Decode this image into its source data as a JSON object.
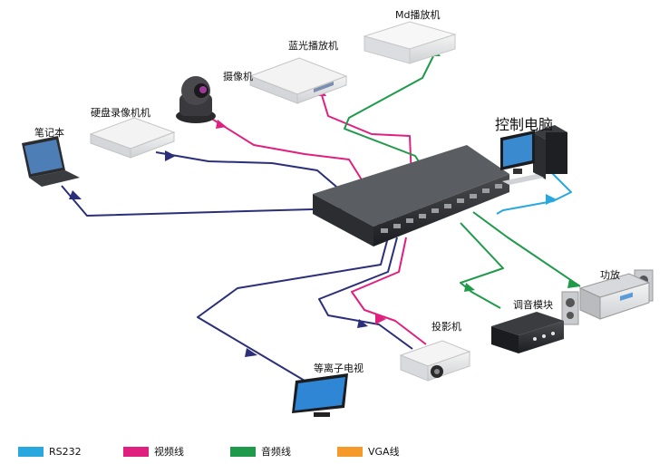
{
  "devices": {
    "md_player": "Md播放机",
    "bluray_player": "蓝光播放机",
    "camera": "摄像机",
    "dvr": "硬盘录像机机",
    "laptop": "笔记本",
    "control_pc": "控制电脑",
    "amplifier": "功放",
    "tuner_module": "调音模块",
    "projector": "投影机",
    "plasma_tv": "等离子电视"
  },
  "legend": [
    {
      "label": "RS232",
      "color": "#29a8e0"
    },
    {
      "label": "视频线",
      "color": "#e0207f"
    },
    {
      "label": "音频线",
      "color": "#1f9a4a"
    },
    {
      "label": "VGA线",
      "color": "#f59a2a"
    }
  ],
  "line_colors": {
    "vga": "#2b2f7a",
    "video": "#e0207f",
    "audio": "#1f9a4a",
    "rs232": "#29a8e0"
  }
}
